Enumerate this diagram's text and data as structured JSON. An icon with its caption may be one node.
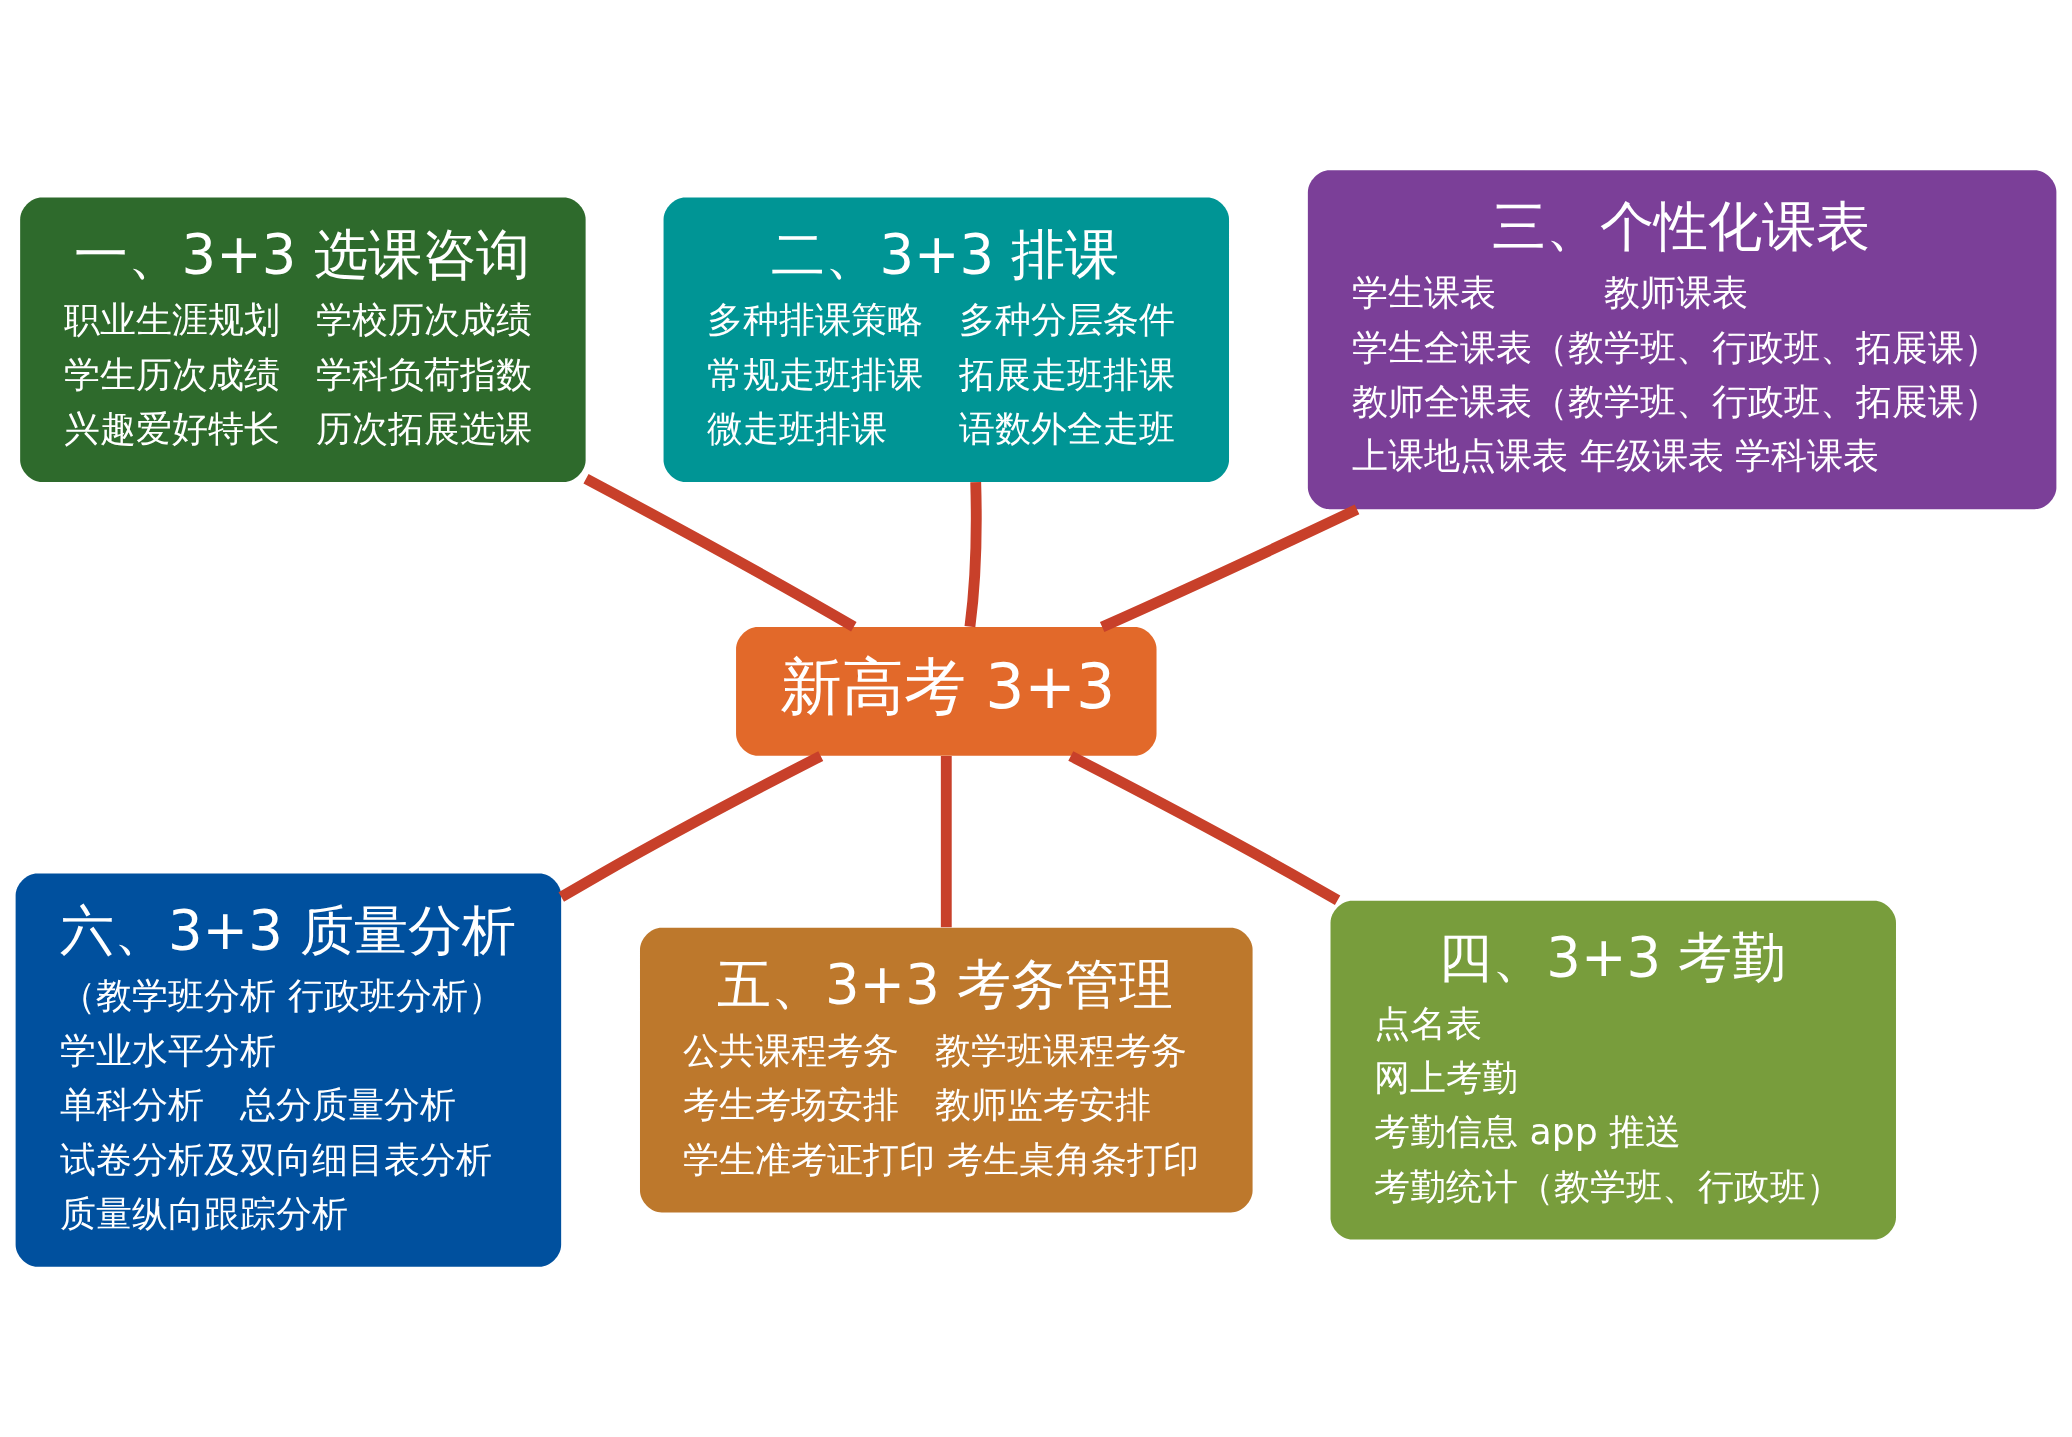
{
  "diagram": {
    "nodes": [
      {
        "text": [
          "二、3+3 排课",
          "多种排课策略　多种分层条件",
          "常规走班排课　拓展走班排课",
          "微走班排课　　语数外全走班"
        ]
      },
      {
        "text": [
          "一、3+3 选课咨询",
          "职业生涯规划　学校历次成绩",
          "学生历次成绩　学科负荷指数",
          "兴趣爱好特长　历次拓展选课"
        ]
      },
      {
        "text": [
          "三、个性化课表",
          "学生课表　　　教师课表",
          "学生全课表（教学班、行政班、拓展课）",
          "教师全课表（教学班、行政班、拓展课）",
          "上课地点课表 年级课表 学科课表"
        ]
      },
      {
        "text": [
          "新高考 3+3"
        ]
      },
      {
        "text": [
          "六、3+3 质量分析",
          "（教学班分析 行政班分析）",
          "学业水平分析",
          "单科分析　总分质量分析",
          "试卷分析及双向细目表分析",
          "质量纵向跟踪分析"
        ]
      },
      {
        "text": [
          "四、3+3 考勤",
          "点名表",
          "网上考勤",
          "考勤信息 app 推送",
          "考勤统计（教学班、行政班）"
        ]
      },
      {
        "text": [
          "五、3+3 考务管理",
          "公共课程考务　教学班课程考务",
          "考生考场安排　教师监考安排",
          "学生准考证打印 考生桌角条打印"
        ]
      }
    ],
    "edges": [
      {
        "from": 3,
        "to": 0,
        "arrow": "none"
      },
      {
        "from": 3,
        "to": 1,
        "arrow": "none"
      },
      {
        "from": 3,
        "to": 2,
        "arrow": "none"
      },
      {
        "from": 3,
        "to": 4,
        "arrow": "none"
      },
      {
        "from": 3,
        "to": 5,
        "arrow": "none"
      },
      {
        "from": 3,
        "to": 6,
        "arrow": "none"
      }
    ]
  }
}
